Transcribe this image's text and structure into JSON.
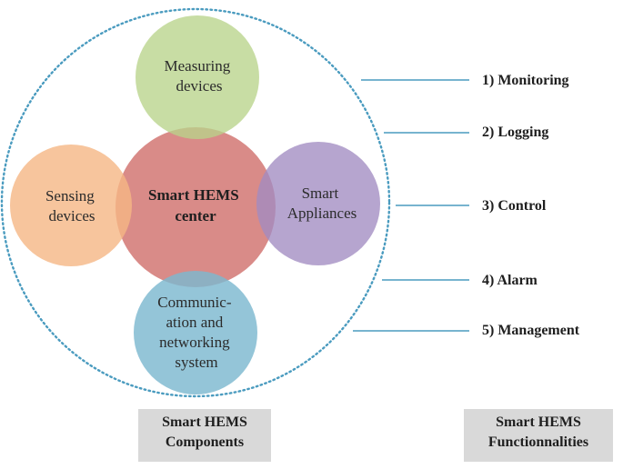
{
  "components": {
    "center": [
      "Smart HEMS",
      "center"
    ],
    "measuring": [
      "Measuring",
      "devices"
    ],
    "sensing": [
      "Sensing",
      "devices"
    ],
    "appliances": [
      "Smart",
      "Appliances"
    ],
    "communication": [
      "Communic-",
      "ation and",
      "networking",
      "system"
    ]
  },
  "functionalities": [
    "1) Monitoring",
    "2) Logging",
    "3) Control",
    "4) Alarm",
    "5) Management"
  ],
  "captions": {
    "components": [
      "Smart HEMS",
      "Components"
    ],
    "functionalities": [
      "Smart HEMS",
      "Functionnalities"
    ]
  },
  "colors": {
    "center": "#d98b88",
    "measuring": "#c6d9a0",
    "sensing": "#f7c49a",
    "appliances": "#b9a6cf",
    "communication": "#93c5d8",
    "outline": "#4a9bbf",
    "connector": "#4a9bbf",
    "caption_bg": "#d9d9d9"
  }
}
